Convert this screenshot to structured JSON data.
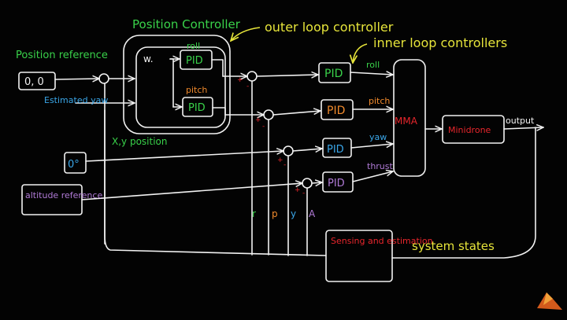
{
  "annotations": {
    "position_controller": "Position Controller",
    "outer_loop": "outer loop controller",
    "inner_loops": "inner loop controllers",
    "xy_position": "X,y position",
    "system_states": "system states",
    "output": "output"
  },
  "inputs": {
    "position_reference_label": "Position reference",
    "position_reference_value": "0, 0",
    "estimated_yaw": "Estimated yaw",
    "yaw_reference_value": "0°",
    "altitude_reference": "altitude reference"
  },
  "position_controller_blocks": {
    "rotation_block": "w.",
    "roll_pid": "PID",
    "roll_label": "roll",
    "pitch_pid": "PID",
    "pitch_label": "pitch"
  },
  "inner_loop_blocks": [
    {
      "pid": "PID",
      "signal": "roll",
      "color": "#39d24a"
    },
    {
      "pid": "PID",
      "signal": "pitch",
      "color": "#f08a2c"
    },
    {
      "pid": "PID",
      "signal": "yaw",
      "color": "#3aa6e8"
    },
    {
      "pid": "PID",
      "signal": "thrust",
      "color": "#b07ad6"
    }
  ],
  "mma": "MMA",
  "minidrone": "Minidrone",
  "sensing_block": "Sensing and estimation",
  "feedback_letters": [
    {
      "text": "r",
      "color": "#39d24a"
    },
    {
      "text": "p",
      "color": "#f08a2c"
    },
    {
      "text": "y",
      "color": "#3aa6e8"
    },
    {
      "text": "A",
      "color": "#b07ad6"
    }
  ],
  "colors": {
    "green": "#39d24a",
    "orange": "#f08a2c",
    "blue": "#3aa6e8",
    "purple": "#b07ad6",
    "yellow": "#e6e43a",
    "red": "#e8262c"
  }
}
